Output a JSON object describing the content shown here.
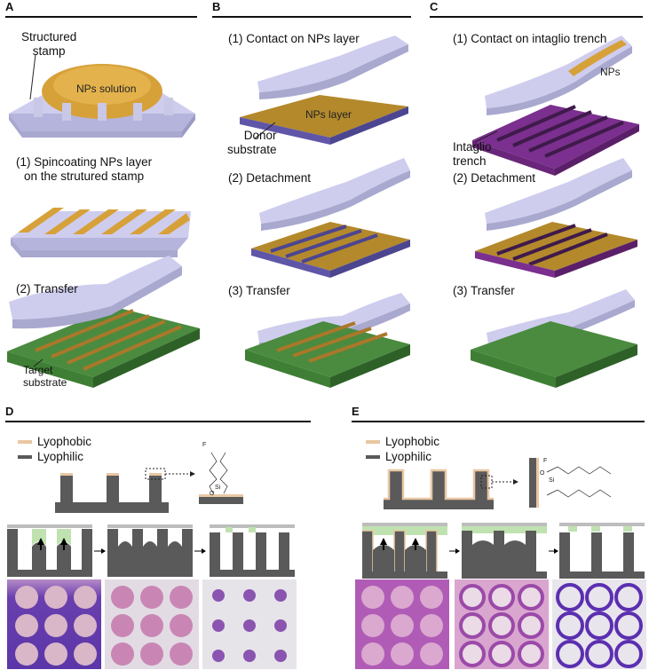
{
  "colors": {
    "stamp": "#c9c8e6",
    "stamp_dark": "#a9a8cf",
    "nps": "#d7a13a",
    "nps_dark": "#a9782a",
    "donor": "#5f56a8",
    "intaglio": "#7b2f8e",
    "target": "#3f7f35",
    "target_dark": "#2e6127",
    "lyophobic": "#e9c7a3",
    "lyophilic": "#5a5a5a",
    "solution": "#bfe2b0"
  },
  "panels": {
    "A": {
      "letter": "A",
      "stamp_label_line1": "Structured",
      "stamp_label_line2": "stamp",
      "solution_label": "NPs solution",
      "step1_line1": "(1) Spincoating NPs layer",
      "step1_line2": "on the strutured stamp",
      "step2": "(2) Transfer",
      "target_line1": "Target",
      "target_line2": "substrate"
    },
    "B": {
      "letter": "B",
      "step1": "(1) Contact on NPs  layer",
      "layer_label": "NPs  layer",
      "donor_line1": "Donor",
      "donor_line2": "substrate",
      "step2": "(2) Detachment",
      "step3": "(3) Transfer"
    },
    "C": {
      "letter": "C",
      "step1": "(1) Contact on intaglio trench",
      "nps_label": "NPs",
      "intaglio_line1": "Intaglio",
      "intaglio_line2": "trench",
      "step2": "(2) Detachment",
      "step3": "(3) Transfer"
    },
    "D": {
      "letter": "D",
      "legend_lyophobic": "Lyophobic",
      "legend_lyophilic": "Lyophilic",
      "molecule_F": "F",
      "molecule_Si": "Si",
      "molecule_O": "O"
    },
    "E": {
      "letter": "E",
      "legend_lyophobic": "Lyophobic",
      "legend_lyophilic": "Lyophilic",
      "molecule_F": "F",
      "molecule_Si": "Si",
      "molecule_O": "O"
    }
  }
}
